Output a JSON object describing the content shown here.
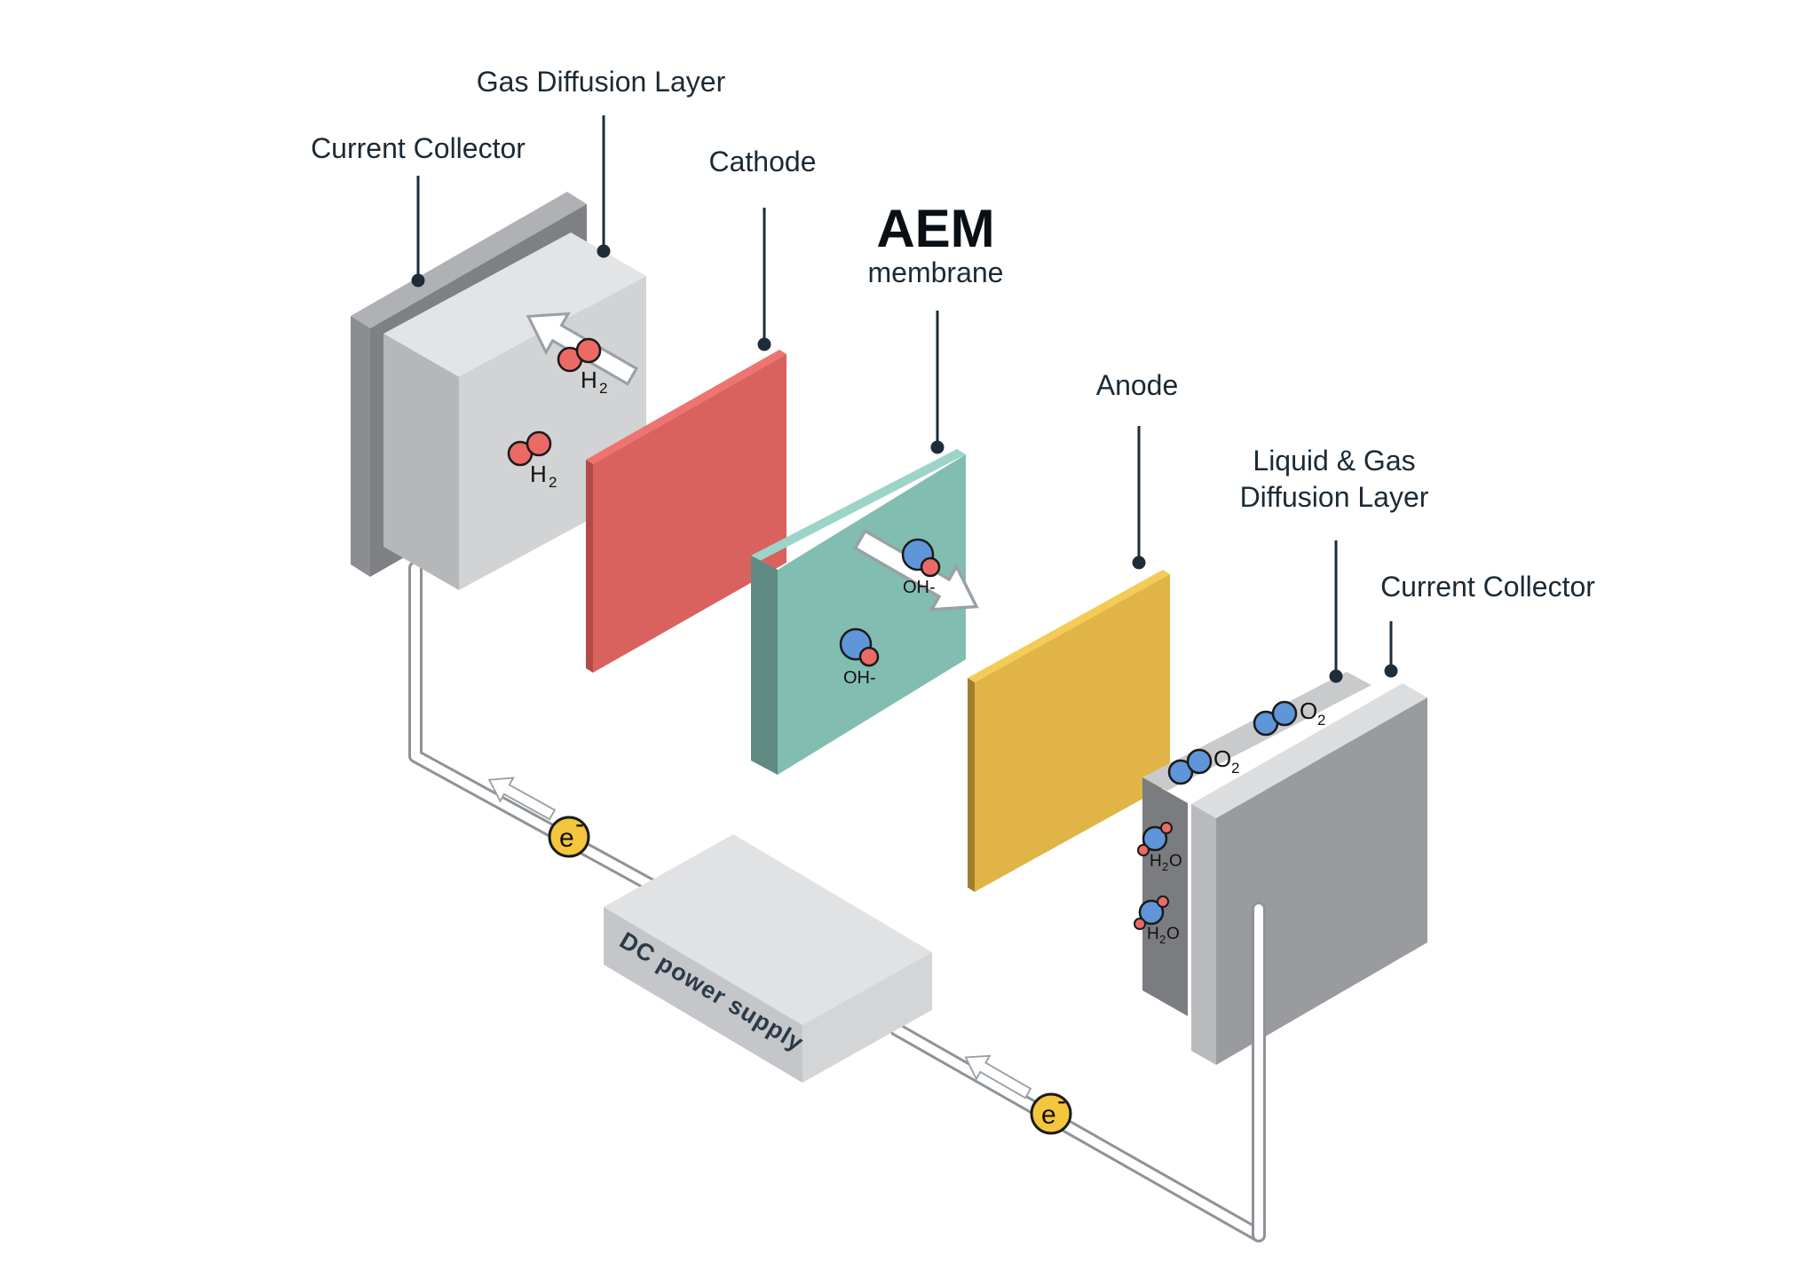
{
  "labels": {
    "current_collector_left": "Current Collector",
    "gas_diffusion_layer": "Gas Diffusion Layer",
    "cathode": "Cathode",
    "aem_title": "AEM",
    "aem_subtitle": "membrane",
    "anode": "Anode",
    "liquid_gas_line1": "Liquid & Gas",
    "liquid_gas_line2": "Diffusion Layer",
    "current_collector_right": "Current Collector"
  },
  "power_supply": {
    "label": "DC power supply"
  },
  "molecules": {
    "h2_main": "H",
    "h2_sub": "2",
    "oh": "OH-",
    "o2_main": "O",
    "o2_sub": "2",
    "h2o_h": "H",
    "h2o_sub": "2",
    "h2o_o": "O"
  },
  "electron": {
    "symbol": "e",
    "charge": "-"
  },
  "colors": {
    "cathode": "#d9625f",
    "membrane": "#82bdb1",
    "anode": "#e0b446",
    "gray_block": "#9a9b9e",
    "light_block": "#d1d2d4",
    "hydrogen": "#ec6a66",
    "oxygen": "#5f95d9",
    "electron": "#f4c63d",
    "leader_line": "#1d2d3a"
  }
}
